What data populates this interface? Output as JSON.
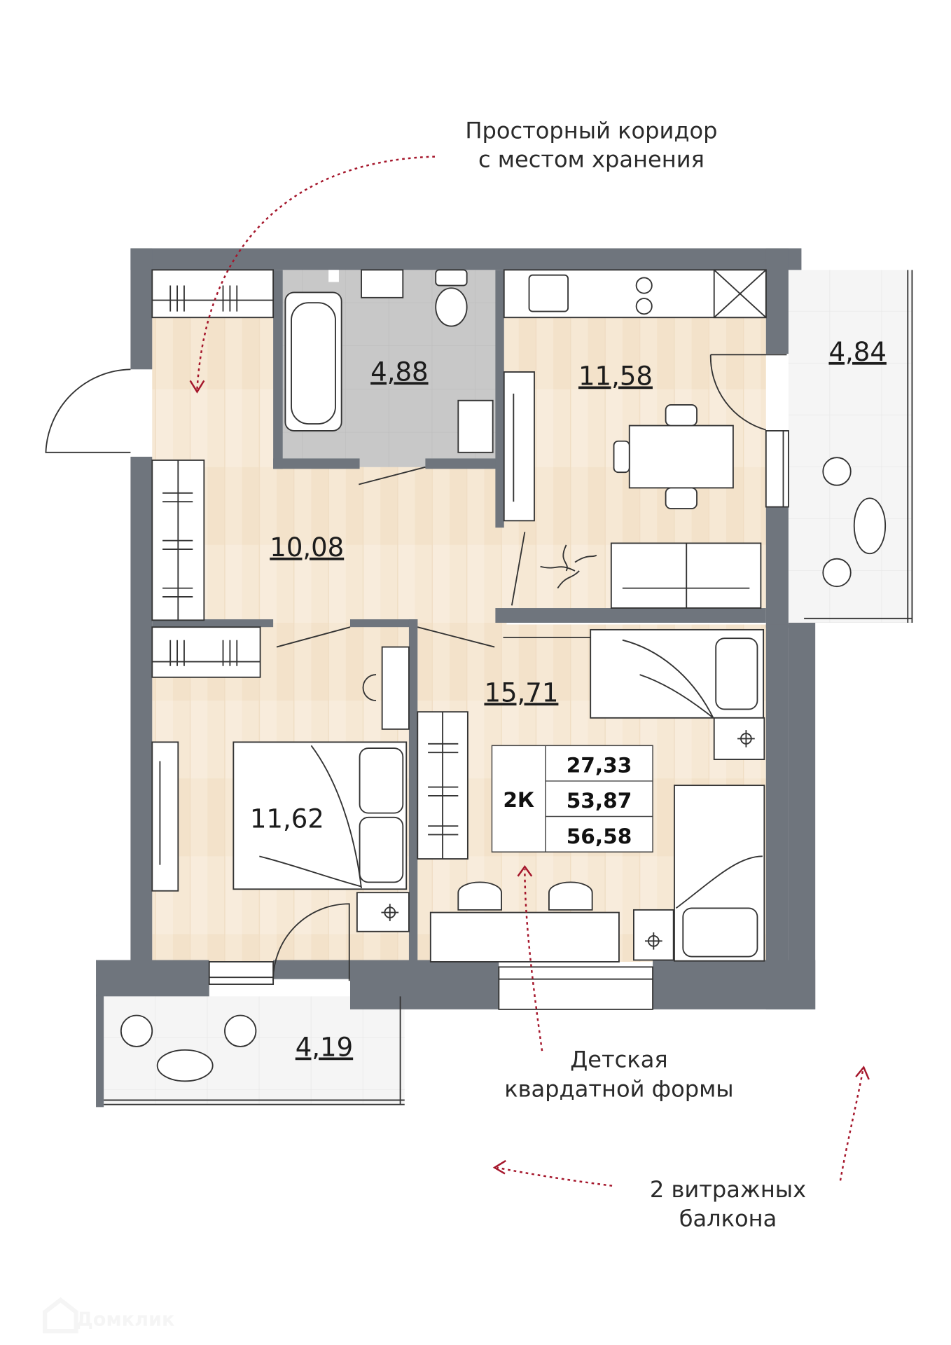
{
  "plan": {
    "type_label": "2К",
    "areas": {
      "living": "27,33",
      "total": "53,87",
      "total_with_balconies": "56,58"
    },
    "rooms": [
      {
        "id": "bathroom",
        "area": "4,88"
      },
      {
        "id": "kitchen",
        "area": "11,58"
      },
      {
        "id": "balcony-east",
        "area": "4,84"
      },
      {
        "id": "hallway",
        "area": "10,08"
      },
      {
        "id": "children-room",
        "area": "15,71"
      },
      {
        "id": "bedroom",
        "area": "11,62"
      },
      {
        "id": "balcony-south",
        "area": "4,19"
      }
    ]
  },
  "annotations": {
    "corridor": [
      "Просторный коридор",
      "с местом хранения"
    ],
    "children": [
      "Детская",
      "квардатной формы"
    ],
    "balconies": [
      "2 витражных",
      "балкона"
    ]
  },
  "watermark": "Домклик",
  "colors": {
    "wall": "#6f757d",
    "floor": "#f6e8d4",
    "bathroom_floor": "#c8c8c8",
    "balcony_floor": "#f4f4f4",
    "arrow": "#a5162b"
  }
}
